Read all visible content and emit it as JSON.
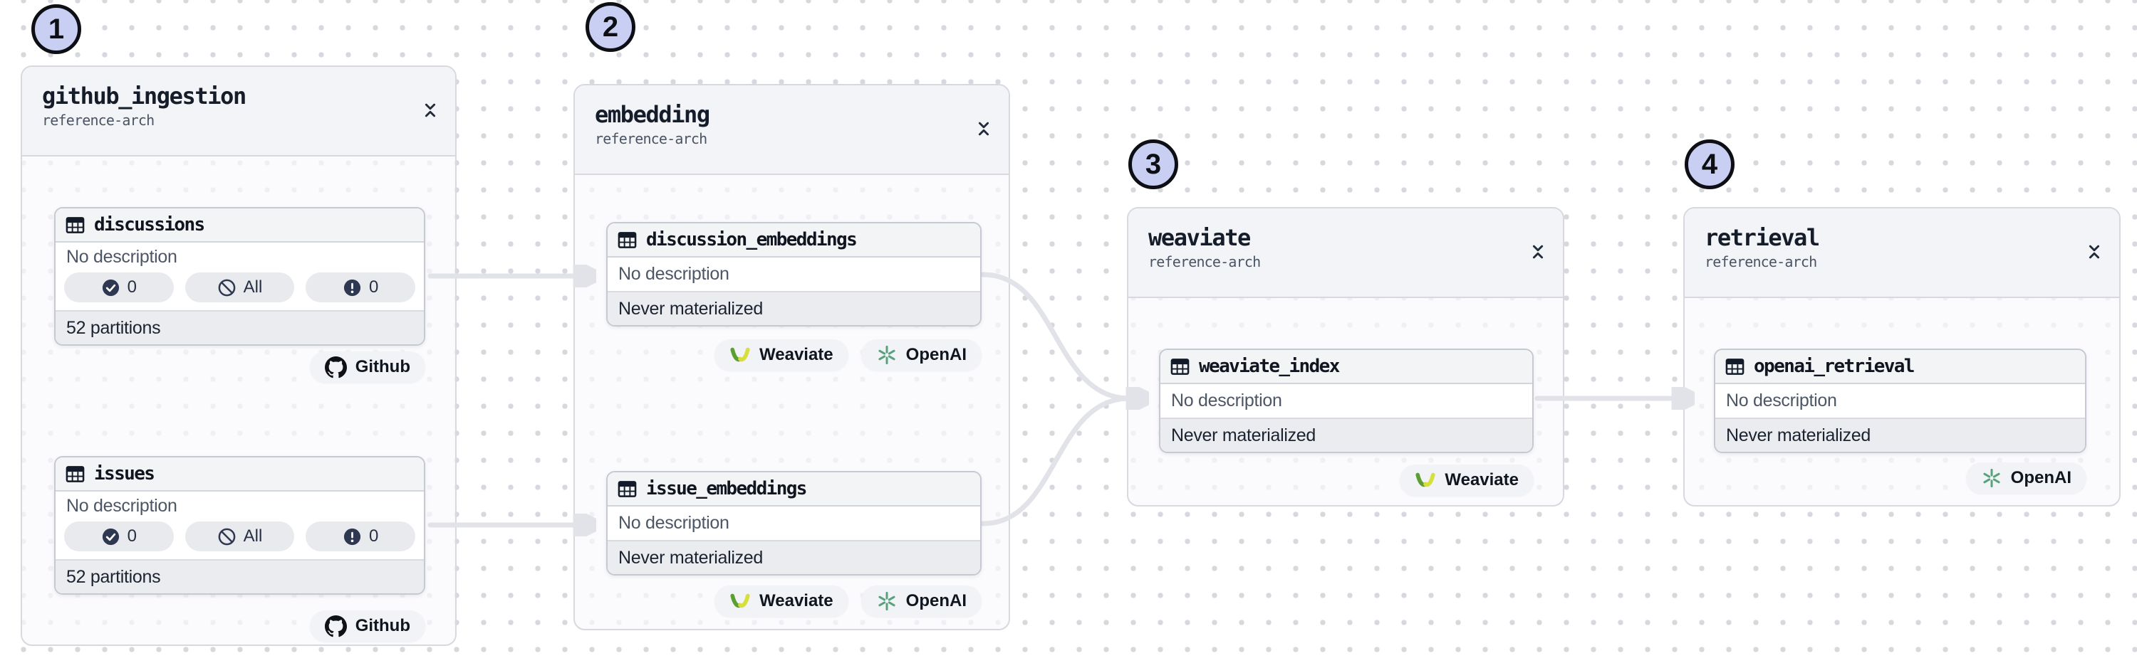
{
  "app": {
    "name": "asset-lineage-graph"
  },
  "colors": {
    "badge_bg": "#c9cff3",
    "badge_border": "#0d0f15",
    "edge": "#e2e3e8",
    "group_border": "#d7d9de",
    "node_border": "#c6c9d2",
    "github_icon_color": "#0e1116",
    "openai_icon_color": "#57a17c",
    "weaviate_icon_green": "#5d9e31",
    "weaviate_icon_lime": "#d7df3a"
  },
  "groups": [
    {
      "step": "1",
      "title": "github_ingestion",
      "subtitle": "reference-arch",
      "assets": [
        {
          "name": "discussions",
          "description": "No description",
          "stats": [
            {
              "kind": "materialized",
              "icon": "check-circle-icon",
              "label": "0"
            },
            {
              "kind": "missing",
              "icon": "ban-circle-icon",
              "label": "All"
            },
            {
              "kind": "failed",
              "icon": "alert-circle-icon",
              "label": "0"
            }
          ],
          "footer": "52 partitions",
          "tags": [
            {
              "name": "Github",
              "icon": "github-icon"
            }
          ]
        },
        {
          "name": "issues",
          "description": "No description",
          "stats": [
            {
              "kind": "materialized",
              "icon": "check-circle-icon",
              "label": "0"
            },
            {
              "kind": "missing",
              "icon": "ban-circle-icon",
              "label": "All"
            },
            {
              "kind": "failed",
              "icon": "alert-circle-icon",
              "label": "0"
            }
          ],
          "footer": "52 partitions",
          "tags": [
            {
              "name": "Github",
              "icon": "github-icon"
            }
          ]
        }
      ]
    },
    {
      "step": "2",
      "title": "embedding",
      "subtitle": "reference-arch",
      "assets": [
        {
          "name": "discussion_embeddings",
          "description": "No description",
          "footer": "Never materialized",
          "tags": [
            {
              "name": "Weaviate",
              "icon": "weaviate-icon"
            },
            {
              "name": "OpenAI",
              "icon": "openai-icon"
            }
          ]
        },
        {
          "name": "issue_embeddings",
          "description": "No description",
          "footer": "Never materialized",
          "tags": [
            {
              "name": "Weaviate",
              "icon": "weaviate-icon"
            },
            {
              "name": "OpenAI",
              "icon": "openai-icon"
            }
          ]
        }
      ]
    },
    {
      "step": "3",
      "title": "weaviate",
      "subtitle": "reference-arch",
      "assets": [
        {
          "name": "weaviate_index",
          "description": "No description",
          "footer": "Never materialized",
          "tags": [
            {
              "name": "Weaviate",
              "icon": "weaviate-icon"
            }
          ]
        }
      ]
    },
    {
      "step": "4",
      "title": "retrieval",
      "subtitle": "reference-arch",
      "assets": [
        {
          "name": "openai_retrieval",
          "description": "No description",
          "footer": "Never materialized",
          "tags": [
            {
              "name": "OpenAI",
              "icon": "openai-icon"
            }
          ]
        }
      ]
    }
  ],
  "edges": [
    {
      "from": "discussions",
      "to": "discussion_embeddings"
    },
    {
      "from": "issues",
      "to": "issue_embeddings"
    },
    {
      "from": "discussion_embeddings",
      "to": "weaviate_index"
    },
    {
      "from": "issue_embeddings",
      "to": "weaviate_index"
    },
    {
      "from": "weaviate_index",
      "to": "openai_retrieval"
    }
  ]
}
